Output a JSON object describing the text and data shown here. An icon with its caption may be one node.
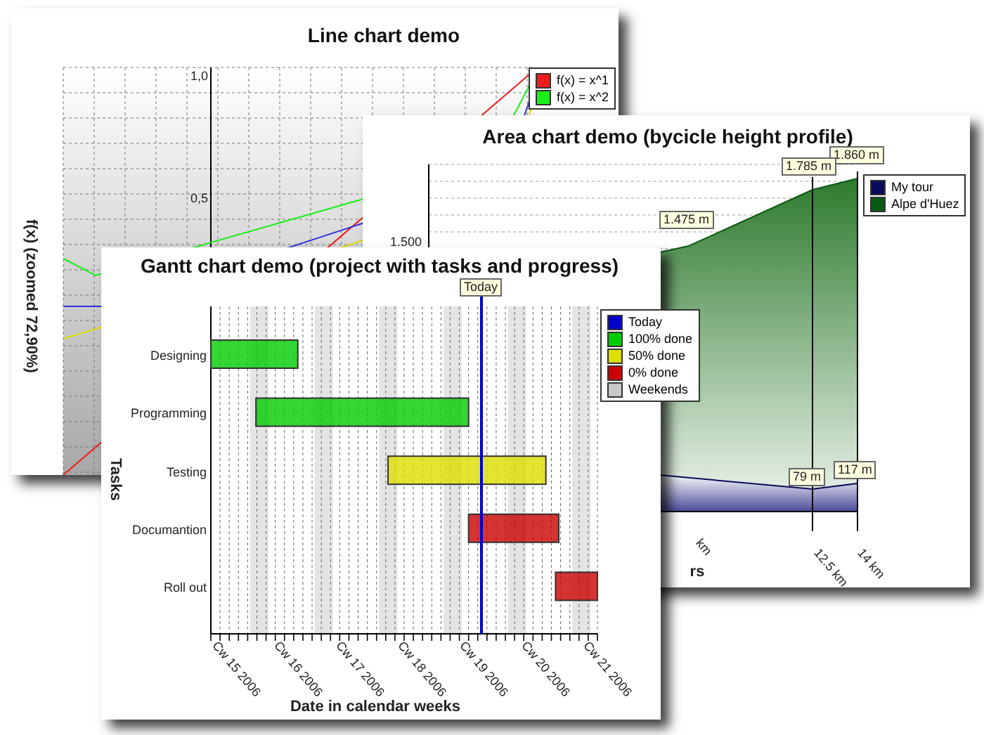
{
  "diagram": {
    "labels": [
      "Line chart demo",
      "1,0",
      "0,5",
      "f(x) (zoomed 72,90%)",
      "Area chart demo (bycicle height profile)",
      "1.500",
      "1.860 m",
      "1.785 m",
      "1.475 m",
      "79 m",
      "117 m",
      "km",
      "12.5 km",
      "14 km",
      "rs",
      "Gantt chart demo (project with tasks and progress)",
      "Today",
      "Designing",
      "Programming",
      "Testing",
      "Documantion",
      "Roll out",
      "Tasks",
      "Cw 15 2006",
      "Cw 16 2006",
      "Cw 17 2006",
      "Cw 18 2006",
      "Cw 19 2006",
      "Cw 20 2006",
      "Cw 21 2006",
      "Date in calendar weeks"
    ],
    "legend": [
      {
        "text": "f(x) = x^1",
        "color": "#ee1c1c"
      },
      {
        "text": "f(x) = x^2",
        "color": "#1cee1c"
      },
      {
        "text": "My tour",
        "color": "#0a0a5a"
      },
      {
        "text": "Alpe d'Huez",
        "color": "#0a5a14"
      },
      {
        "text": "Today",
        "color": "#0000cc"
      },
      {
        "text": "100% done",
        "color": "#00cc00"
      },
      {
        "text": "50% done",
        "color": "#dddd00"
      },
      {
        "text": "0% done",
        "color": "#cc0000"
      },
      {
        "text": "Weekends",
        "color": "#c8c8c8"
      }
    ]
  }
}
